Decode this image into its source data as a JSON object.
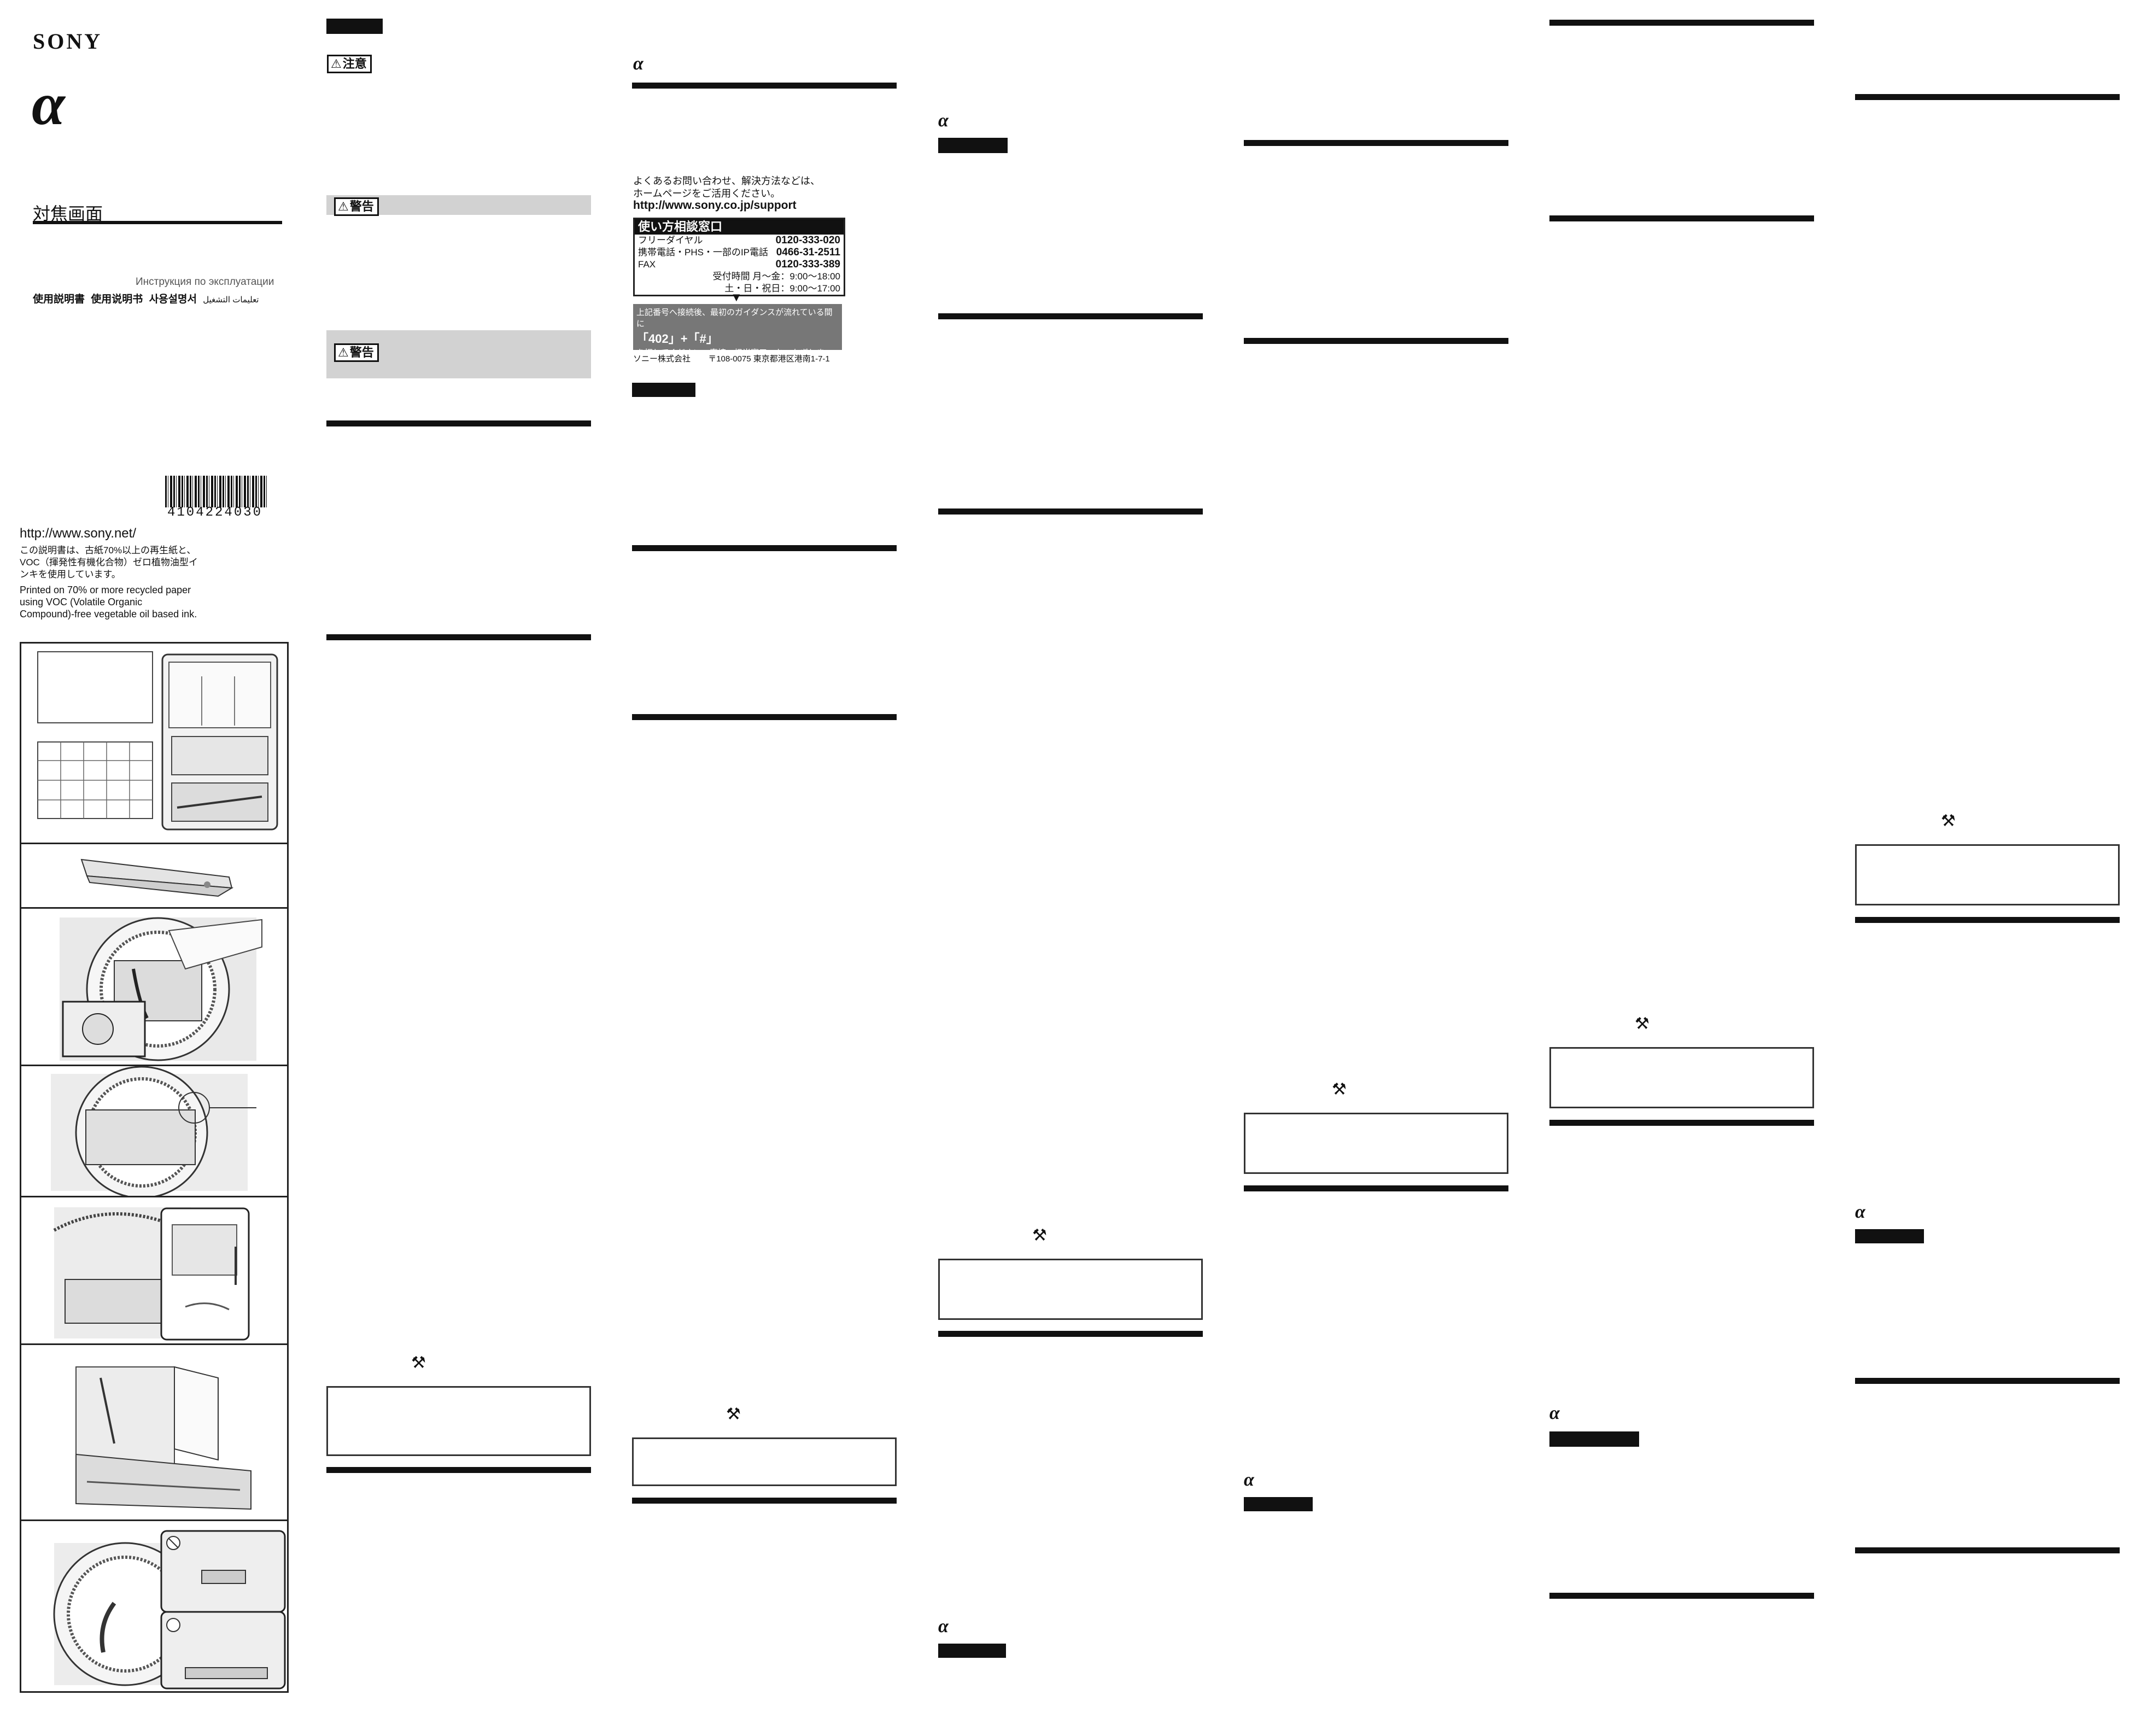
{
  "cover": {
    "brand": "SONY",
    "logo_glyph": "α",
    "product_title": "対焦画面",
    "manual_russian": "Инструкция по эксплуатации",
    "manual_ja": "使用説明書",
    "manual_zh_cn": "使用说明书",
    "manual_ko": "사용설명서",
    "manual_ar": "تعليمات التشغيل",
    "part_number": "4104224030",
    "url": "http://www.sony.net/",
    "recycle_ja_1": "この説明書は、古紙70%以上の再生紙と、",
    "recycle_ja_2": "VOC（揮発性有機化合物）ゼロ植物油型イ",
    "recycle_ja_3": "ンキを使用しています。",
    "recycle_en_1": "Printed on 70% or more recycled paper",
    "recycle_en_2": "using VOC (Volatile Organic",
    "recycle_en_3": "Compound)-free vegetable oil based ink."
  },
  "warnings": {
    "caution_label": "注意",
    "warning_label": "警告",
    "warning_symbol": "⚠"
  },
  "support": {
    "intro_1": "よくあるお問い合わせ、解決方法などは、",
    "intro_2": "ホームページをご活用ください。",
    "url": "http://www.sony.co.jp/support",
    "header": "使い方相談窓口",
    "free_dial_label": "フリーダイヤル",
    "free_dial_number": "0120-333-020",
    "mobile_label": "携帯電話・PHS・一部のIP電話",
    "mobile_number": "0466-31-2511",
    "fax_label": "FAX",
    "fax_number": "0120-333-389",
    "hours_weekday": "受付時間 月〜金：9:00〜18:00",
    "hours_weekend": "土・日・祝日：9:00〜17:00",
    "note_1": "上記番号へ接続後、最初のガイダンスが流れている間に",
    "note_2": "「402」+「#」",
    "note_3": "を押してください。直接、担当窓口へおつなぎします。",
    "company": "ソニー株式会社",
    "address": "〒108-0075 東京都港区港南1-7-1"
  },
  "icons": {
    "wrench": "wrench-icon",
    "alpha": "alpha-logo-icon",
    "caution": "caution-triangle-icon"
  }
}
